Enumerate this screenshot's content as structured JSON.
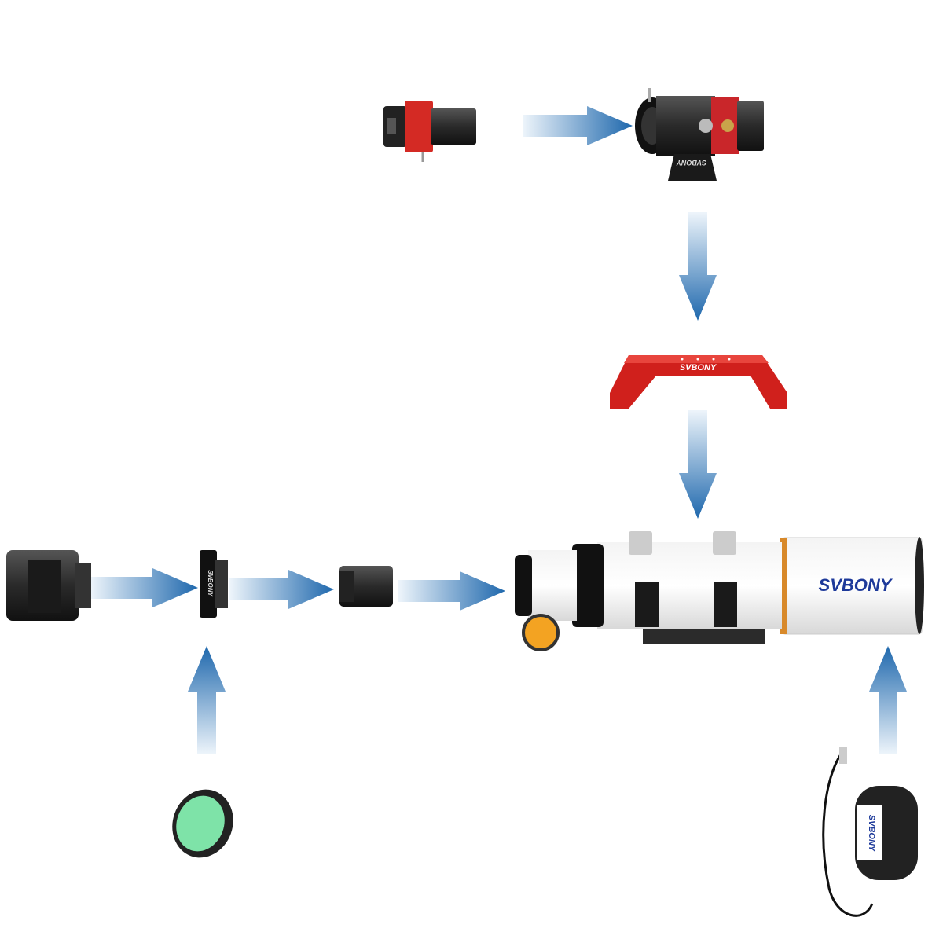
{
  "diagram": {
    "brand_logo": "SVBONY",
    "colors": {
      "arrow_head": "#1f68ad",
      "arrow_tail": "#e8f1fa",
      "logo_blue": "#1e3a9a",
      "guide_rail_red": "#d0201c",
      "filter_green": "#7ee3a8",
      "focus_knob_orange": "#f3a322"
    },
    "components": [
      {
        "name": "guide-camera"
      },
      {
        "name": "guide-scope"
      },
      {
        "name": "guide-scope-rail"
      },
      {
        "name": "refractor-telescope"
      },
      {
        "name": "cooled-camera"
      },
      {
        "name": "filter-drawer"
      },
      {
        "name": "field-flattener"
      },
      {
        "name": "color-filter"
      },
      {
        "name": "dew-heater-strip"
      }
    ]
  }
}
